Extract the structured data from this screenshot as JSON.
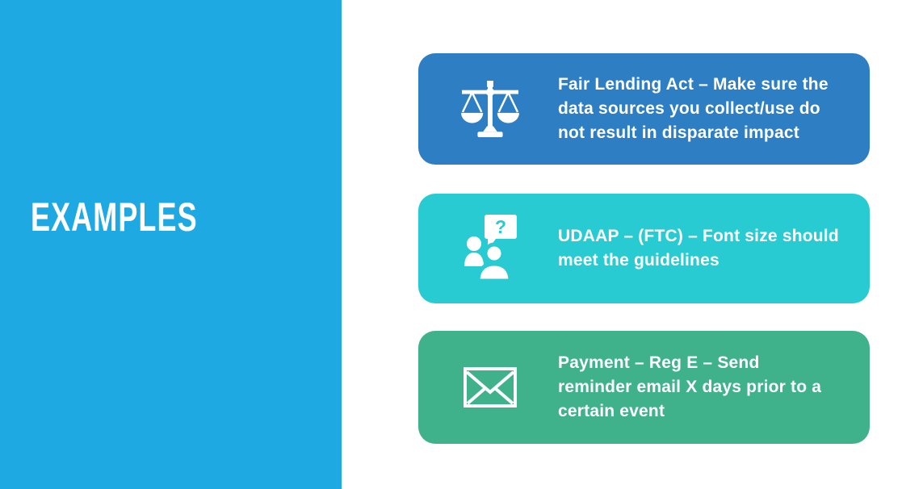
{
  "slide": {
    "background": "#FFFFFF",
    "sidebar": {
      "title": "EXAMPLES",
      "background": "#1EA9E2"
    },
    "cards": [
      {
        "name": "fair-lending-card",
        "icon": "balance-scale-icon",
        "background": "#2E7EC3",
        "text": "Fair Lending Act – Make sure the\ndata sources you collect/use do\nnot result in disparate impact"
      },
      {
        "name": "udaap-card",
        "icon": "people-question-icon",
        "background": "#29CBD2",
        "text": "UDAAP – (FTC) – Font size should\nmeet the guidelines"
      },
      {
        "name": "payment-card",
        "icon": "envelope-icon",
        "background": "#3FB28C",
        "text": "Payment – Reg E – Send\nreminder email X days prior to a\ncertain event"
      }
    ]
  }
}
